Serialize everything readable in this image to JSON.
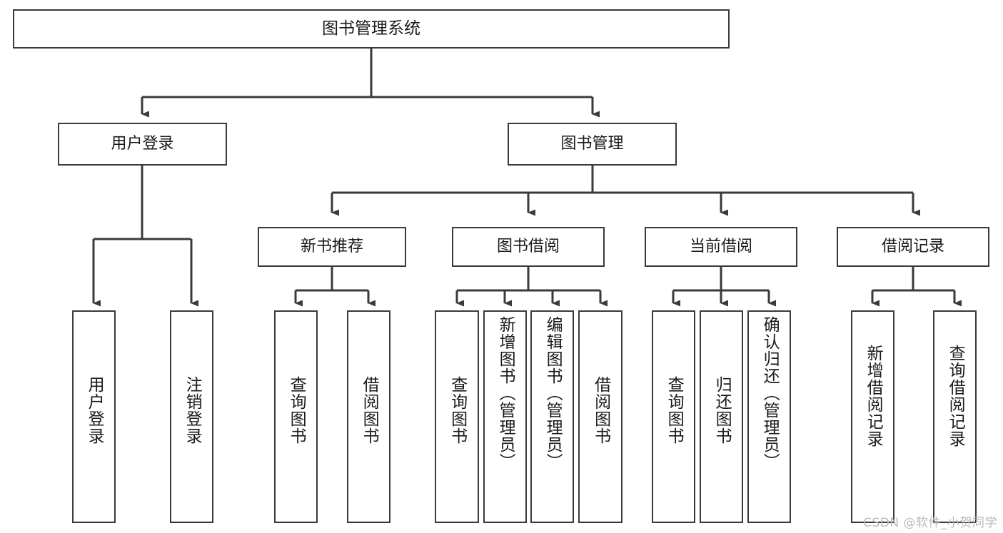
{
  "diagram": {
    "title": "图书管理系统",
    "watermark": "CSDN @软件_小贺同学",
    "stroke_color": "#3a3a3a",
    "text_color": "#1a1a1a",
    "background": "#ffffff",
    "levels": {
      "level1": [
        {
          "id": "root",
          "label": "图书管理系统"
        }
      ],
      "level2": [
        {
          "id": "user-login",
          "label": "用户登录"
        },
        {
          "id": "book-manage",
          "label": "图书管理"
        }
      ],
      "level3": [
        {
          "id": "new-book-rec",
          "label": "新书推荐"
        },
        {
          "id": "book-borrow",
          "label": "图书借阅"
        },
        {
          "id": "current-borrow",
          "label": "当前借阅"
        },
        {
          "id": "borrow-record",
          "label": "借阅记录"
        }
      ],
      "level4": [
        {
          "id": "leaf-user-login",
          "label": "用户登录",
          "parent": "user-login"
        },
        {
          "id": "leaf-user-logout",
          "label": "注销登录",
          "parent": "user-login"
        },
        {
          "id": "leaf-query-book-1",
          "label": "查询图书",
          "parent": "new-book-rec"
        },
        {
          "id": "leaf-borrow-book-1",
          "label": "借阅图书",
          "parent": "new-book-rec"
        },
        {
          "id": "leaf-query-book-2",
          "label": "查询图书",
          "parent": "book-borrow"
        },
        {
          "id": "leaf-add-book",
          "label": "新增图书（管理员）",
          "parent": "book-borrow"
        },
        {
          "id": "leaf-edit-book",
          "label": "编辑图书（管理员）",
          "parent": "book-borrow"
        },
        {
          "id": "leaf-borrow-book-2",
          "label": "借阅图书",
          "parent": "book-borrow"
        },
        {
          "id": "leaf-query-book-3",
          "label": "查询图书",
          "parent": "current-borrow"
        },
        {
          "id": "leaf-return-book",
          "label": "归还图书",
          "parent": "current-borrow"
        },
        {
          "id": "leaf-confirm-return",
          "label": "确认归还（管理员）",
          "parent": "current-borrow"
        },
        {
          "id": "leaf-add-record",
          "label": "新增借阅记录",
          "parent": "borrow-record"
        },
        {
          "id": "leaf-query-record",
          "label": "查询借阅记录",
          "parent": "borrow-record"
        }
      ]
    }
  }
}
